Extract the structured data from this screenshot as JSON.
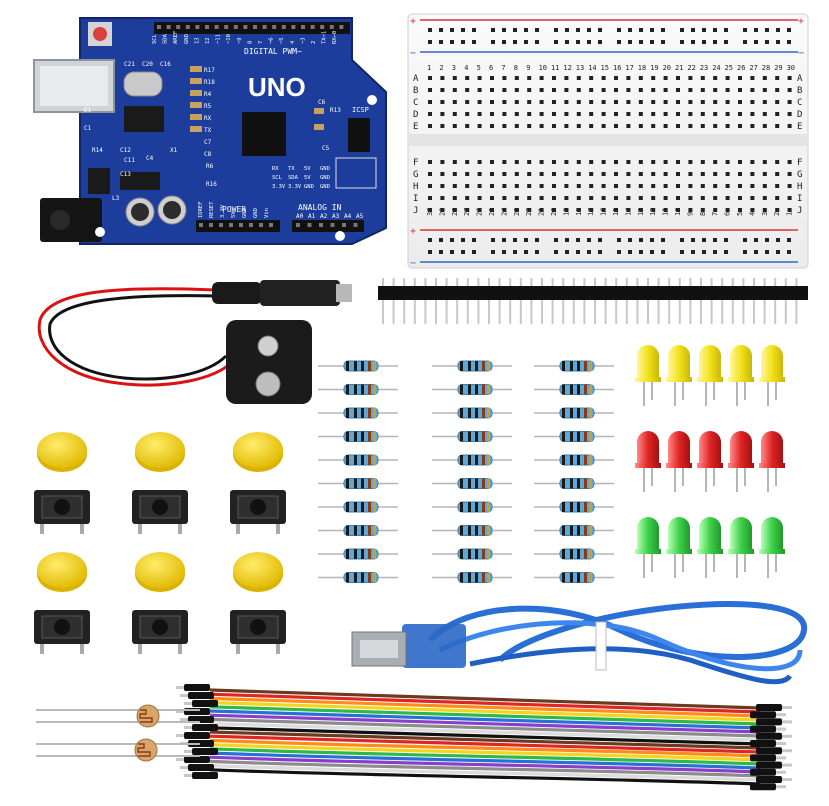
{
  "board": {
    "name": "UNO",
    "header_top": "DIGITAL PWM~",
    "header_power": "POWER",
    "header_analog": "ANALOG IN",
    "icsp": "ICSP",
    "pin_labels_top": [
      "SCL",
      "SDA",
      "AREF",
      "GND",
      "13",
      "12",
      "~11",
      "~10",
      "~9",
      "8",
      "7",
      "~6",
      "~5",
      "4",
      "~3",
      "2",
      "TX→1",
      "RX←0"
    ],
    "pin_labels_power": [
      "IOREF",
      "RESET",
      "3.3V",
      "5V",
      "GND",
      "GND",
      "Vin"
    ],
    "pin_labels_analog": [
      "A0",
      "A1",
      "A2",
      "A3",
      "A4",
      "A5"
    ],
    "component_labels": [
      "C21",
      "C20",
      "C16",
      "R17",
      "R18",
      "R4",
      "R5",
      "RX",
      "TX",
      "C7",
      "C8",
      "R6",
      "R13",
      "C6",
      "C5",
      "X1",
      "C11",
      "C4",
      "C12",
      "C13",
      "L3",
      "C1",
      "R14",
      "R16",
      "D1"
    ],
    "side_labels": [
      "RX",
      "TX",
      "5V",
      "GND",
      "SCL",
      "SDA",
      "5V",
      "GND",
      "3.3V",
      "3.3V",
      "GND",
      "GND"
    ]
  },
  "breadboard": {
    "row_letters_top": [
      "A",
      "B",
      "C",
      "D",
      "E"
    ],
    "row_letters_bottom": [
      "F",
      "G",
      "H",
      "I",
      "J"
    ],
    "column_numbers": [
      "1",
      "2",
      "3",
      "4",
      "5",
      "6",
      "7",
      "8",
      "9",
      "10",
      "11",
      "12",
      "13",
      "14",
      "15",
      "16",
      "17",
      "18",
      "19",
      "20",
      "21",
      "22",
      "23",
      "24",
      "25",
      "26",
      "27",
      "28",
      "29",
      "30"
    ],
    "rail_plus": "+",
    "rail_minus": "−"
  },
  "colors": {
    "board_blue": "#1c3d9c",
    "led_yellow": "#f2e21a",
    "led_red": "#e02525",
    "led_green": "#3fd14a",
    "button_cap": "#f5d41c",
    "usb_cable": "#2a6fd6",
    "resistor_body": "#5fa8d8"
  },
  "icons": [
    "arduino-board-icon",
    "breadboard-icon",
    "pin-header-icon",
    "battery-clip-icon",
    "resistor-icon",
    "led-icon",
    "pushbutton-icon",
    "usb-cable-icon",
    "jumper-wire-icon",
    "photoresistor-icon"
  ]
}
